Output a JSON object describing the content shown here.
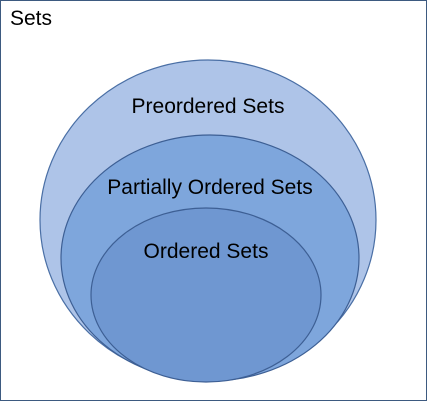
{
  "diagram": {
    "outer_label": "Sets",
    "sets": [
      {
        "label": "Preordered Sets",
        "fill": "#aec4e8",
        "stroke": "#4a6fa5"
      },
      {
        "label": "Partially Ordered Sets",
        "fill": "#7ea6dc",
        "stroke": "#3d5f94"
      },
      {
        "label": "Ordered Sets",
        "fill": "#6f97d1",
        "stroke": "#3d5f94"
      }
    ]
  }
}
